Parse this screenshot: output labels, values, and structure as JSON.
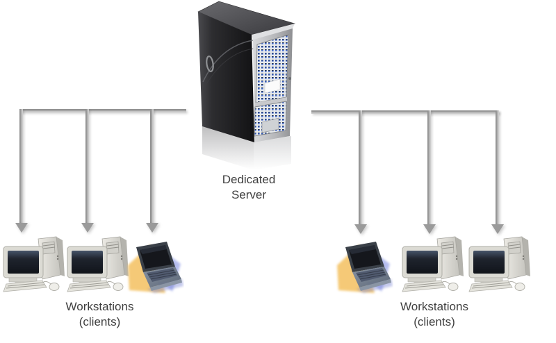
{
  "server": {
    "label_line1": "Dedicated",
    "label_line2": "Server",
    "icon": "server-tower-icon"
  },
  "groups": {
    "left": {
      "label_line1": "Workstations",
      "label_line2": "(clients)",
      "clients": [
        "desktop-workstation",
        "desktop-workstation",
        "laptop"
      ],
      "arrow_count": 3
    },
    "right": {
      "label_line1": "Workstations",
      "label_line2": "(clients)",
      "clients": [
        "laptop",
        "desktop-workstation",
        "desktop-workstation"
      ],
      "arrow_count": 3
    }
  },
  "icons": {
    "server": "server-tower-icon",
    "desktop": "desktop-workstation-icon",
    "laptop": "laptop-icon",
    "arrow": "arrow-down-icon"
  },
  "colors": {
    "background": "#ffffff",
    "connector_line": "#9a9a9a",
    "connector_highlight": "#c8c8c8",
    "label_text": "#3f3f3f",
    "server_body_dark": "#1d1d1f",
    "server_frame_silver": "#bcbdbf",
    "server_vent_blue": "#3b62c4",
    "workstation_beige": "#dcdbd4",
    "laptop_glow_yellow": "#f4c469",
    "laptop_glow_blue": "#95a0e8"
  }
}
